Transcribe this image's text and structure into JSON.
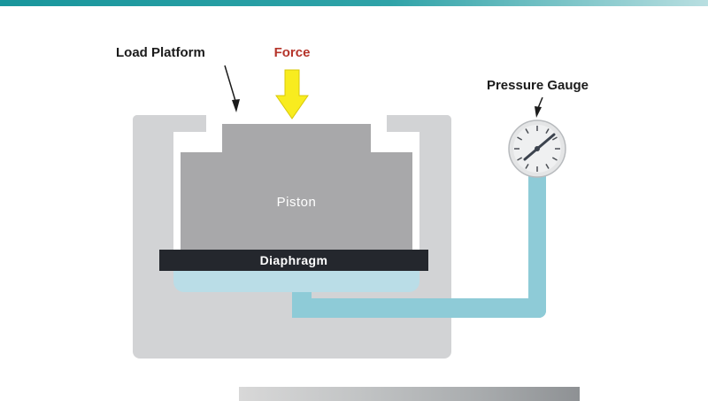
{
  "labels": {
    "load_platform": "Load Platform",
    "force": "Force",
    "piston": "Piston",
    "diaphragm": "Diaphragm",
    "pressure_gauge": "Pressure Gauge"
  },
  "colors": {
    "top_bar_teal": "#2aa0a6",
    "housing_gray": "#d2d3d5",
    "piston_gray": "#a8a8aa",
    "diaphragm_dark": "#24272d",
    "fluid_blue": "#badde7",
    "tube_blue": "#8ecbd7",
    "force_red": "#b5342a",
    "arrow_yellow": "#f8ec1f",
    "label_text": "#1b1b1b",
    "gauge_face": "#e4e5e6",
    "needle_dark": "#3c434e"
  }
}
